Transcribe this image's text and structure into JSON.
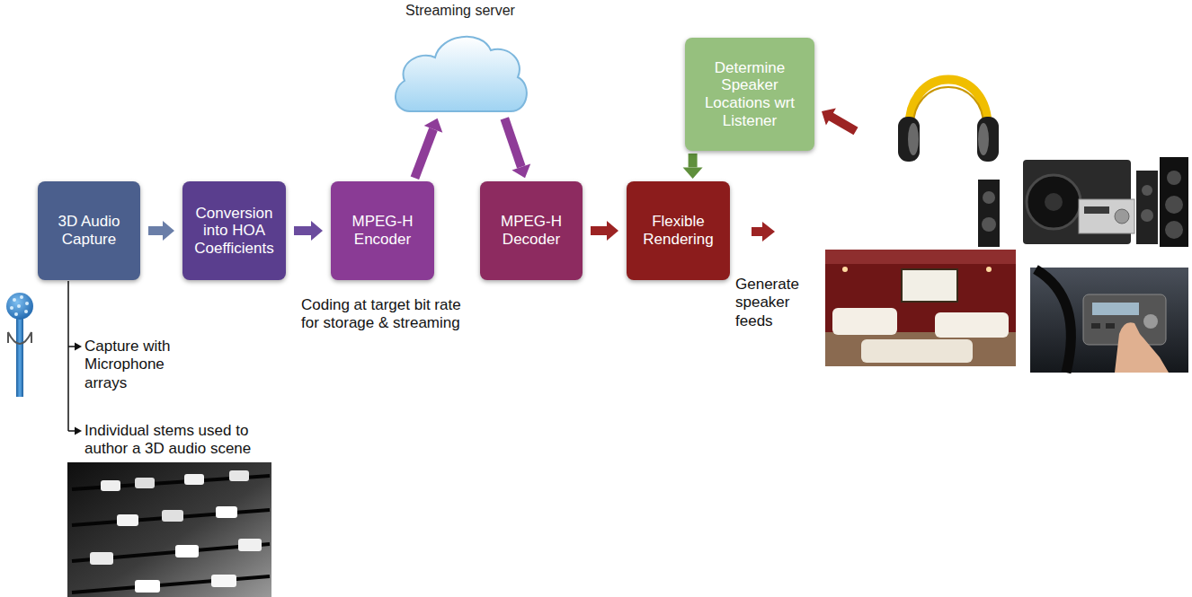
{
  "diagram": {
    "nodes": [
      {
        "text": [
          "3D Audio Capture"
        ]
      },
      {
        "text": [
          "Conversion into HOA Coefficients"
        ]
      },
      {
        "text": [
          "MPEG-H Encoder"
        ]
      },
      {
        "text": [
          "Streaming server"
        ]
      },
      {
        "text": [
          "MPEG-H Decoder"
        ]
      },
      {
        "text": [
          "Flexible Rendering"
        ]
      },
      {
        "text": [
          "Determine Speaker Locations wrt Listener"
        ]
      }
    ],
    "edges": [
      {
        "from": 0,
        "to": 1,
        "arrow": "to"
      },
      {
        "from": 1,
        "to": 2,
        "arrow": "to"
      },
      {
        "from": 2,
        "to": 3,
        "arrow": "to"
      },
      {
        "from": 3,
        "to": 4,
        "arrow": "to"
      },
      {
        "from": 4,
        "to": 5,
        "arrow": "to"
      },
      {
        "from": 6,
        "to": 5,
        "arrow": "to"
      }
    ],
    "labels": [
      "Coding at target bit rate for storage & streaming",
      "Generate speaker feeds",
      "Capture with Microphone arrays",
      "Individual stems used to author a 3D audio scene"
    ]
  }
}
